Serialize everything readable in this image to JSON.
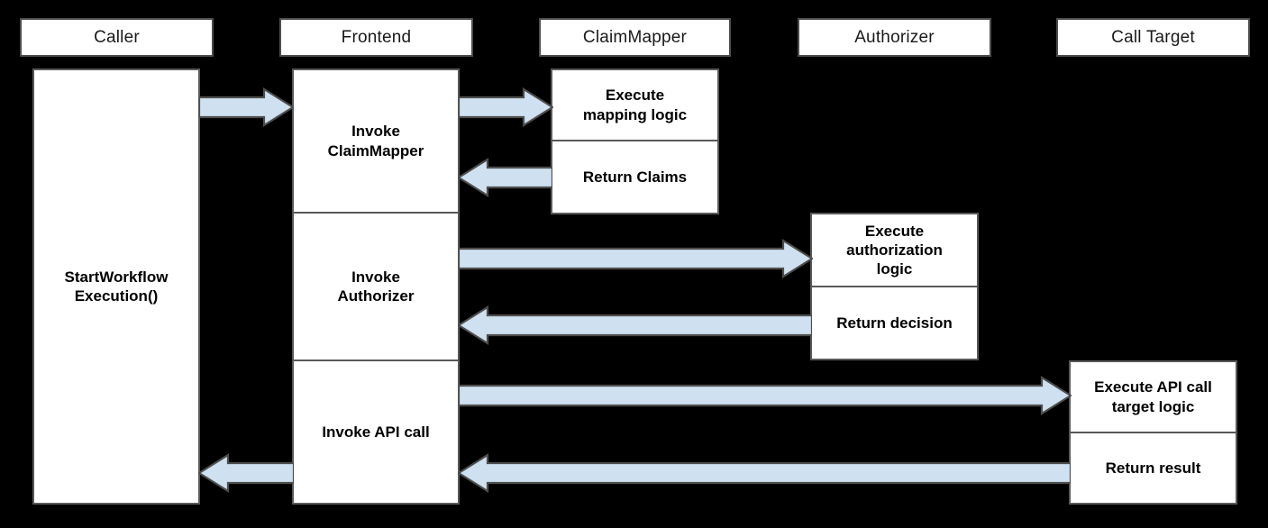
{
  "diagram": {
    "type": "sequence-diagram",
    "title": "",
    "background_color": "#000000",
    "box_fill": "#ffffff",
    "box_border": "#595959",
    "arrow_fill": "#cfe0f0",
    "arrow_border": "#4d4d4d"
  },
  "lifelines": [
    {
      "id": "caller",
      "label": "Caller"
    },
    {
      "id": "frontend",
      "label": "Frontend"
    },
    {
      "id": "claimmapper",
      "label": "ClaimMapper"
    },
    {
      "id": "authorizer",
      "label": "Authorizer"
    },
    {
      "id": "calltarget",
      "label": "Call Target"
    }
  ],
  "activations": {
    "caller": [
      {
        "id": "caller-main",
        "label": "StartWorkflow\nExecution()"
      }
    ],
    "frontend": [
      {
        "id": "fe-invoke-claimmapper",
        "label": "Invoke\nClaimMapper"
      },
      {
        "id": "fe-invoke-authorizer",
        "label": "Invoke\nAuthorizer"
      },
      {
        "id": "fe-invoke-api-call",
        "label": "Invoke API call"
      }
    ],
    "claimmapper": [
      {
        "id": "cm-execute-mapping",
        "label": "Execute\nmapping logic"
      },
      {
        "id": "cm-return-claims",
        "label": "Return Claims"
      }
    ],
    "authorizer": [
      {
        "id": "az-execute-authorization",
        "label": "Execute\nauthorization\nlogic"
      },
      {
        "id": "az-return-decision",
        "label": "Return decision"
      }
    ],
    "calltarget": [
      {
        "id": "ct-execute-api-call",
        "label": "Execute API call\ntarget logic"
      },
      {
        "id": "ct-return-result",
        "label": "Return result"
      }
    ]
  },
  "messages": [
    {
      "id": "msg-caller-to-frontend",
      "from": "caller",
      "to": "frontend",
      "direction": "right"
    },
    {
      "id": "msg-frontend-to-claimmapper",
      "from": "frontend",
      "to": "claimmapper",
      "direction": "right"
    },
    {
      "id": "msg-claimmapper-to-frontend",
      "from": "claimmapper",
      "to": "frontend",
      "direction": "left"
    },
    {
      "id": "msg-frontend-to-authorizer",
      "from": "frontend",
      "to": "authorizer",
      "direction": "right"
    },
    {
      "id": "msg-authorizer-to-frontend",
      "from": "authorizer",
      "to": "frontend",
      "direction": "left"
    },
    {
      "id": "msg-frontend-to-calltarget",
      "from": "frontend",
      "to": "calltarget",
      "direction": "right"
    },
    {
      "id": "msg-calltarget-to-frontend",
      "from": "calltarget",
      "to": "frontend",
      "direction": "left"
    },
    {
      "id": "msg-frontend-to-caller",
      "from": "frontend",
      "to": "caller",
      "direction": "left"
    }
  ]
}
